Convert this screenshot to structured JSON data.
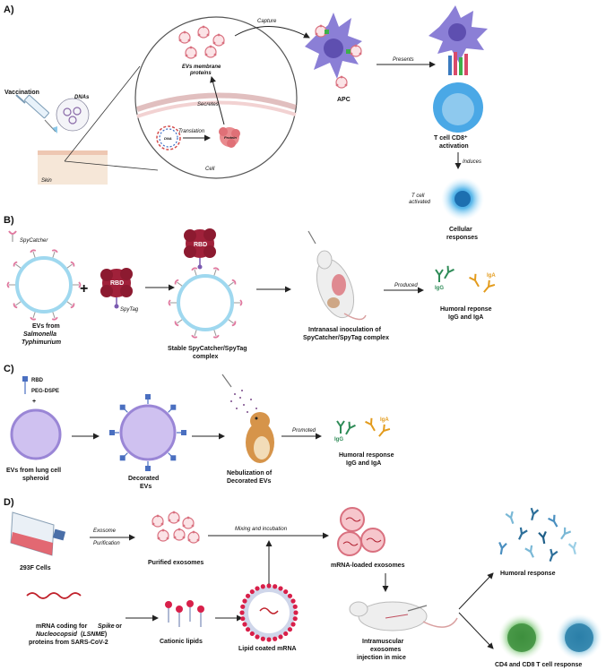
{
  "panel_a": {
    "label": "A)",
    "vaccination": "Vaccination",
    "dnas": "DNAs",
    "skin": "Skin",
    "ev_membrane_proteins_line1": "EVs membrane",
    "ev_membrane_proteins_line2": "proteins",
    "secretes": "Secretes",
    "translation": "Translation",
    "dna": "DNA",
    "protein": "Protein",
    "cell": "Cell",
    "capture": "Capture",
    "apc": "APC",
    "presents": "Presents",
    "tcell_line1": "T cell CD8⁺",
    "tcell_line2": "activation",
    "induces": "Induces",
    "tcell_activated_line1": "T cell",
    "tcell_activated_line2": "activated",
    "cellular_line1": "Cellular",
    "cellular_line2": "responses"
  },
  "panel_b": {
    "label": "B)",
    "spycatcher": "SpyCatcher",
    "rbd": "RBD",
    "spytag": "SpyTag",
    "evs_from": "EVs from",
    "salmonella": "Salmonella",
    "typhimurium": "Typhimurium",
    "complex_line1": "Stable SpyCatcher/SpyTag",
    "complex_line2": "complex",
    "inoculation_line1": "Intranasal inoculation of",
    "inoculation_line2": "SpyCatcher/SpyTag complex",
    "produced": "Produced",
    "igg": "IgG",
    "iga": "IgA",
    "humoral_line1": "Humoral reponse",
    "humoral_line2": "IgG and IgA"
  },
  "panel_c": {
    "label": "C)",
    "rbd": "RBD",
    "peg": "PEG-DSPE",
    "plus": "+",
    "evs_line1": "EVs from lung cell",
    "evs_line2": "spheroid",
    "decorated_line1": "Decorated",
    "decorated_line2": "EVs",
    "nebulization_line1": "Nebulization of",
    "nebulization_line2": "Decorated EVs",
    "promoted": "Promoted",
    "igg": "IgG",
    "iga": "IgA",
    "humoral_line1": "Humoral response",
    "humoral_line2": "IgG and IgA"
  },
  "panel_d": {
    "label": "D)",
    "cells": "293F Cells",
    "exosome": "Exosome",
    "purification": "Purification",
    "purified": "Purified exosomes",
    "mixing": "Mixing and incubation",
    "loaded": "mRNA-loaded exosomes",
    "humoral": "Humoral response",
    "mrna_coding": "mRNA coding for",
    "spike": "Spike",
    "or": "or",
    "nucleocapsid": "Nucleocopsid",
    "lsnme": "LSNME",
    "proteins_from": "proteins from SARS-CoV-2",
    "cationic": "Cationic lipids",
    "lipid_coated": "Lipid coated mRNA",
    "intramuscular_line1": "Intramuscular",
    "intramuscular_line2": "exosomes",
    "intramuscular_line3": "injection in mice",
    "cd4cd8": "CD4 and CD8 T cell response"
  },
  "colors": {
    "apc": "#8b7fd6",
    "tcell": "#4aa8e6",
    "ev_ring": "#9fd8ef",
    "spycatcher": "#e07aa0",
    "rbd": "#a0213a",
    "decorated_ev": "#cfc1f0",
    "linker": "#4a6fc0",
    "igg": "#2e8b57",
    "iga": "#e39b1c",
    "cell_culture": "#e0505a",
    "exosome": "#f0a0a8"
  }
}
